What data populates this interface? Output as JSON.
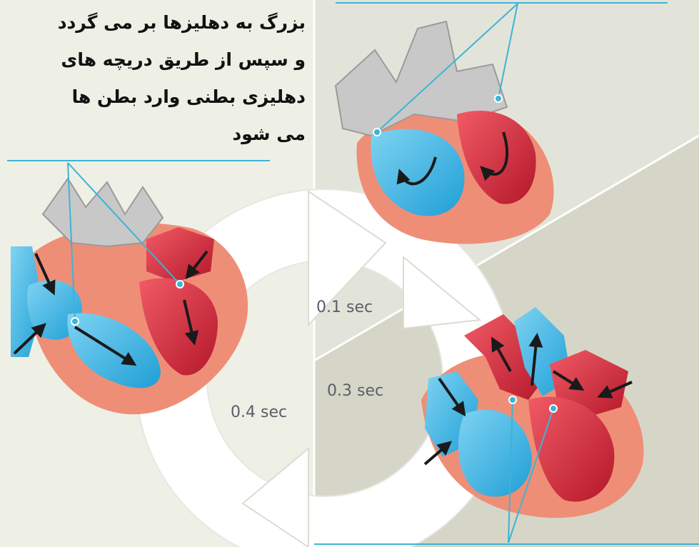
{
  "caption": {
    "lines": [
      "بزرگ به دهلیزها بر می گردد",
      "و سپس از طریق دریچه های",
      "دهلیزی بطنی وارد بطن ها",
      "می شود"
    ]
  },
  "cycle": {
    "phase_a": "0.1 sec",
    "phase_b": "0.3 sec",
    "phase_c": "0.4 sec"
  },
  "colors": {
    "panel_left": "#eef0e6",
    "panel_top_right": "#e3e4d9",
    "panel_bottom_right": "#d6d6c8",
    "ring": "#ffffff",
    "leader_line": "#3eb3d6",
    "blood_oxygen_poor": "#4ebde8",
    "blood_oxygen_rich": "#d92b3a",
    "heart_wall": "#ef8e76",
    "vessel": "#c8c8c8"
  }
}
